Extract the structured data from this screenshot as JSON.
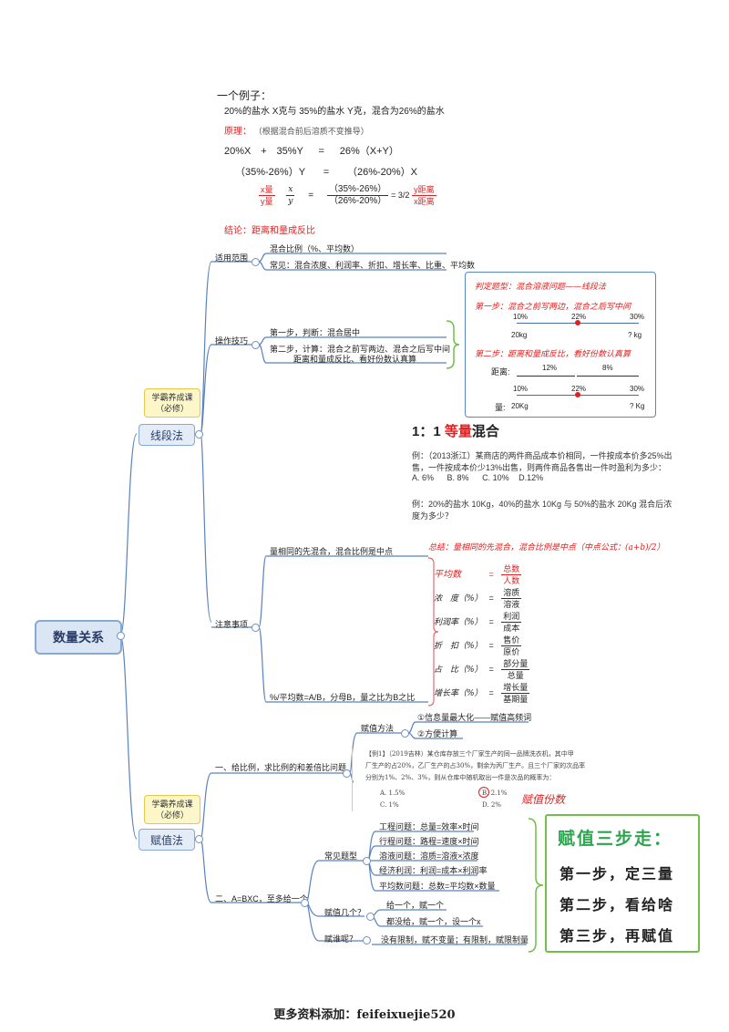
{
  "example": {
    "heading": "一个例子：",
    "line1": "20%的盐水 X克与 35%的盐水 Y克，混合为26%的盐水",
    "principle_label": "原理：",
    "principle_note": "（根据混合前后溶质不变推导）",
    "eq1_left": "20%X",
    "eq1_plus": "+",
    "eq1_mid": "35%Y",
    "eq1_eq": "=",
    "eq1_right": "26%（X+Y）",
    "eq2_left": "（35%-26%）Y",
    "eq2_eq": "=",
    "eq2_right": "（26%-20%）X",
    "eq3_a_num": "x量",
    "eq3_a_den": "y量",
    "eq3_b_num": "x",
    "eq3_b_den": "y",
    "eq3_eq": "=",
    "eq3_c_num": "（35%-26%）",
    "eq3_c_den": "（26%-20%）",
    "eq3_d": "= 3/2",
    "eq3_e_num": "y距离",
    "eq3_e_den": "x距离",
    "conclusion": "结论：距离和量成反比"
  },
  "root": {
    "label": "数量关系"
  },
  "callouts": {
    "first": "学霸养成课\n（必修）",
    "second": "学霸养成课\n（必修）"
  },
  "line_method": {
    "label": "线段法",
    "scope_label": "适用范围",
    "scope_items": [
      "混合比例（%、平均数）",
      "常见：混合浓度、利润率、折扣、增长率、比重、平均数"
    ],
    "skill_label": "操作技巧",
    "skill_step1": "第一步，判断：混合居中",
    "skill_step2a": "第二步，计算：混合之前写两边、混合之后写中间",
    "skill_step2b": "距离和量成反比、看好份数认真算",
    "notes_label": "注意事项",
    "note1": "量相同的先混合，混合比例是中点",
    "note2": "%/平均数=A/B，分母B，量之比为B之比"
  },
  "hand_box": {
    "judge": "判定题型：混合溶液问题——线段法",
    "step1": "第一步：混合之前写两边，混合之后写中间",
    "line1_left": "10%",
    "line1_mid": "22%",
    "line1_right": "30%",
    "line1_qleft": "20kg",
    "line1_qright": "? kg",
    "step2": "第二步：距离和量成反比，看好份数认真算",
    "distance_label": "距离:",
    "dist_left": "12%",
    "dist_right": "8%",
    "line2_left": "10%",
    "line2_mid": "22%",
    "line2_right": "30%",
    "qty_label": "量:",
    "line2_qleft": "20Kg",
    "line2_qright": "? Kg"
  },
  "equal_mix": {
    "title_prefix": "1：1",
    "title_highlight": "等量",
    "title_suffix": "混合",
    "q1_a": "例：（2013浙江）某商店的两件商品成本价相同，一件按成本价多25%出",
    "q1_b": "售，一件按成本价少13%出售，则两件商品各售出一件时盈利为多少：",
    "q1_options": [
      "A. 6%",
      "B. 8%",
      "C. 10%",
      "D.12%"
    ],
    "q2_a": "例：20%的盐水 10Kg，40%的盐水 10Kg 与 50%的盐水 20Kg 混合后浓",
    "q2_b": "度为多少？"
  },
  "summary_note": "总结：量相同的先混合，混合比例是中点（中点公式：(a+b)/2）",
  "formulas": [
    {
      "name": "平均数",
      "op": "=",
      "num": "总数",
      "den": "人数"
    },
    {
      "name": "浓　度（%）",
      "op": "=",
      "num": "溶质",
      "den": "溶液"
    },
    {
      "name": "利润率（%）",
      "op": "=",
      "num": "利润",
      "den": "成本"
    },
    {
      "name": "折　扣（%）",
      "op": "=",
      "num": "售价",
      "den": "原价"
    },
    {
      "name": "占　比（%）",
      "op": "=",
      "num": "部分量",
      "den": "总量"
    },
    {
      "name": "增长率（%）",
      "op": "=",
      "num": "增长量",
      "den": "基期量"
    }
  ],
  "assign_method": {
    "label": "赋值法",
    "branch1": "一、给比例，求比例的和差倍比问题",
    "method_label": "赋值方法",
    "method1": "①信息量最大化——赋值高频词",
    "method2": "②方便计算",
    "example_a": "【例1】（2019吉林）某仓库存放三个厂家生产的同一品牌洗衣机，其中甲",
    "example_b": "厂生产的占20%，乙厂生产的占30%，剩余为丙厂生产。且三个厂家的次品率",
    "example_c": "分别为1%、2%、3%，则从仓库中随机取出一件是次品的概率为：",
    "opt_a": "A. 1.5%",
    "opt_b": "B. 2.1%",
    "opt_c": "C. 1%",
    "opt_d": "D. 2%",
    "hand_note": "赋值份数",
    "branch2": "二、A=BXC，至多给一个",
    "common_label": "常见题型",
    "common_items": [
      "工程问题：总量=效率×时间",
      "行程问题：路程=速度×时间",
      "溶液问题：溶质=溶液×浓度",
      "经济利润：利润=成本×利润率",
      "平均数问题：总数=平均数×数量"
    ],
    "howmany_label": "赋值几个？",
    "howmany_items": [
      "给一个，赋一个",
      "都没给，赋一个，设一个x"
    ],
    "who_label": "赋谁呢？",
    "who_item": "没有限制，赋不变量；有限制，赋限制量"
  },
  "green_box": {
    "title": "赋值三步走：",
    "steps": [
      "第一步，定三量",
      "第二步，看给啥",
      "第三步，再赋值"
    ]
  },
  "footer": "更多资料添加：feifeixuejie520"
}
